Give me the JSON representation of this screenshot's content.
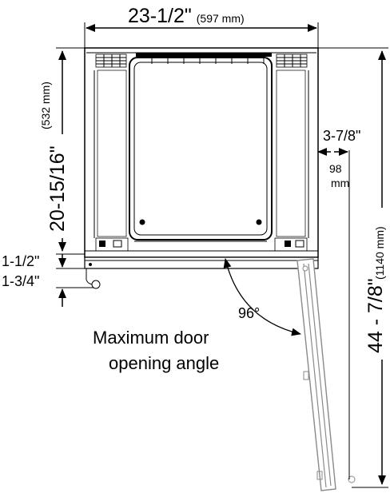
{
  "dimensions": {
    "width_in": "23-1/2\"",
    "width_mm": "(597 mm)",
    "height_in": "20-15/16\"",
    "height_mm": "(532 mm)",
    "clearance_in": "3-7/8\"",
    "clearance_mm_value": "98",
    "clearance_mm_unit": "mm",
    "depth_in": "44 - 7/8\"",
    "depth_mm": "(1140 mm)",
    "toe_a": "1-1/2\"",
    "toe_b": "1-3/4\""
  },
  "angle": {
    "value": "96°",
    "caption_line1": "Maximum door",
    "caption_line2": "opening angle"
  }
}
